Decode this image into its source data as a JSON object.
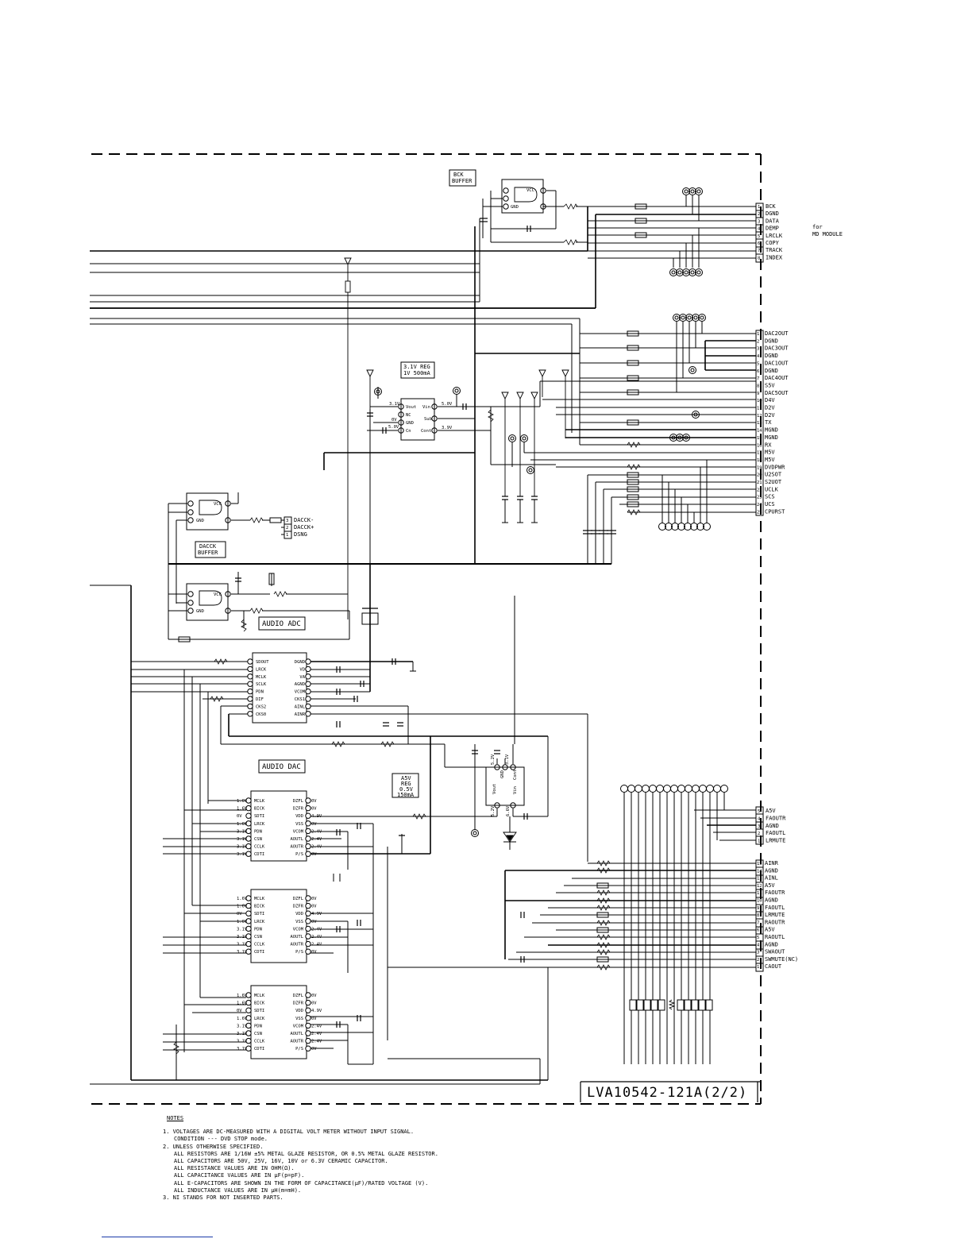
{
  "boxes": {
    "bck_buffer": [
      "BCK",
      "BUFFER"
    ],
    "reg31": [
      "3.1V REG",
      "1V 500mA"
    ],
    "dacck_buffer": [
      "DACCK",
      "BUFFER"
    ],
    "audio_adc": "AUDIO ADC",
    "audio_dac": "AUDIO DAC",
    "a5v_reg": [
      "A5V",
      "REG",
      "0.5V",
      "150mA"
    ]
  },
  "connectors": {
    "md": {
      "pins": [
        {
          "n": "1",
          "label": "BCK"
        },
        {
          "n": "2",
          "label": "DGND"
        },
        {
          "n": "3",
          "label": "DATA"
        },
        {
          "n": "4",
          "label": "DEMP"
        },
        {
          "n": "5",
          "label": "LRCLK"
        },
        {
          "n": "6",
          "label": "COPY"
        },
        {
          "n": "7",
          "label": "TRACK"
        },
        {
          "n": "8",
          "label": "INDEX"
        }
      ],
      "note": [
        "for",
        "MD MODULE"
      ]
    },
    "main": {
      "pins": [
        {
          "n": "1",
          "label": "DAC2OUT"
        },
        {
          "n": "2",
          "label": "DGND"
        },
        {
          "n": "3",
          "label": "DAC3OUT"
        },
        {
          "n": "4",
          "label": "DGND"
        },
        {
          "n": "5",
          "label": "DAC1OUT"
        },
        {
          "n": "6",
          "label": "DGND"
        },
        {
          "n": "7",
          "label": "DAC4OUT"
        },
        {
          "n": "8",
          "label": "S5V"
        },
        {
          "n": "9",
          "label": "DAC5OUT"
        },
        {
          "n": "10",
          "label": "D4V"
        },
        {
          "n": "11",
          "label": "D2V"
        },
        {
          "n": "12",
          "label": "D2V"
        },
        {
          "n": "13",
          "label": "TX"
        },
        {
          "n": "14",
          "label": "MGND"
        },
        {
          "n": "15",
          "label": "MGND"
        },
        {
          "n": "16",
          "label": "RX"
        },
        {
          "n": "17",
          "label": "M5V"
        },
        {
          "n": "18",
          "label": "M5V"
        },
        {
          "n": "19",
          "label": "DVDPWR"
        },
        {
          "n": "20",
          "label": "U2SOT"
        },
        {
          "n": "21",
          "label": "S2UOT"
        },
        {
          "n": "22",
          "label": "UCLK"
        },
        {
          "n": "23",
          "label": "SCS"
        },
        {
          "n": "24",
          "label": "UCS"
        },
        {
          "n": "25",
          "label": "CPURST"
        }
      ]
    },
    "fa": {
      "pins": [
        {
          "n": "5",
          "label": "A5V"
        },
        {
          "n": "4",
          "label": "FAOUTR"
        },
        {
          "n": "3",
          "label": "AGND"
        },
        {
          "n": "2",
          "label": "FAOUTL"
        },
        {
          "n": "1",
          "label": "LRMUTE"
        }
      ]
    },
    "ain": {
      "pins": [
        {
          "n": "15",
          "label": "AINR"
        },
        {
          "n": "14",
          "label": "AGND"
        },
        {
          "n": "13",
          "label": "AINL"
        },
        {
          "n": "12",
          "label": "A5V"
        },
        {
          "n": "11",
          "label": "FAOUTR"
        },
        {
          "n": "10",
          "label": "AGND"
        },
        {
          "n": "9",
          "label": "FAOUTL"
        },
        {
          "n": "8",
          "label": "LRMUTE"
        },
        {
          "n": "7",
          "label": "RAOUTR"
        },
        {
          "n": "6",
          "label": "A5V"
        },
        {
          "n": "5",
          "label": "RAOUTL"
        },
        {
          "n": "4",
          "label": "AGND"
        },
        {
          "n": "3",
          "label": "SWAOUT"
        },
        {
          "n": "2",
          "label": "SWMUTE(NC)"
        },
        {
          "n": "1",
          "label": "CAOUT"
        }
      ]
    },
    "dacck": {
      "pins": [
        {
          "n": "3",
          "label": "DACCK-"
        },
        {
          "n": "2",
          "label": "DACCK+"
        },
        {
          "n": "1",
          "label": "DSNG"
        }
      ]
    }
  },
  "adc": {
    "left": [
      "SDOUT",
      "LRCK",
      "MCLK",
      "SCLK",
      "PDN",
      "DIF",
      "CKS2",
      "CKS0"
    ],
    "right": [
      "DGND",
      "VD",
      "VA",
      "AGND",
      "VCOM",
      "CKS1",
      "AINL",
      "AINR"
    ]
  },
  "dac": {
    "left": [
      "MCLK",
      "BICK",
      "SDTI",
      "LRCK",
      "PDN",
      "CSN",
      "CCLK",
      "CDTI"
    ],
    "right": [
      "DZFL",
      "DZFR",
      "VDD",
      "VSS",
      "VCOM",
      "AOUTL",
      "AOUTR",
      "P/S"
    ],
    "left_volts": [
      "1.6V",
      "1.6V",
      "0V",
      "1.6V",
      "3.1V",
      "3.1V",
      "3.1V",
      "3.1V"
    ],
    "right_volts": [
      "0V",
      "0V",
      "4.9V",
      "0V",
      "2.4V",
      "2.4V",
      "2.4V",
      "0V"
    ]
  },
  "reg31": {
    "left": [
      "Vout",
      "NC",
      "GND",
      "Cn"
    ],
    "right": [
      "Vin",
      "Sub",
      "Cont"
    ],
    "volts": [
      "3.1V",
      "0V",
      "5.0V",
      "5.0V",
      "3.9V"
    ]
  },
  "buffer_pins": {
    "vcc": "VCC",
    "gnd": "GND"
  },
  "a5v_reg_pins": [
    "Vout",
    "GND",
    "Vin",
    "Cont"
  ],
  "a5v_volts": [
    "0.5V",
    "5.2V",
    "3.1V",
    "5.2V",
    "6.6V"
  ],
  "board_id": "LVA10542-121A(2/2)",
  "notes": {
    "title": "NOTES",
    "lines": [
      "1. VOLTAGES ARE DC-MEASURED WITH A DIGITAL VOLT METER WITHOUT INPUT SIGNAL.",
      "CONDITION --- DVD STOP mode.",
      "2. UNLESS OTHERWISE SPECIFIED.",
      "ALL RESISTORS ARE 1/16W ±5% METAL GLAZE RESISTOR, OR 0.5% METAL GLAZE RESISTOR.",
      "ALL CAPACITORS ARE 50V, 25V, 16V, 10V or 6.3V CERAMIC CAPACITOR.",
      "ALL RESISTANCE VALUES ARE IN OHM(Ω).",
      "ALL CAPACITANCE VALUES ARE IN μF(p=pF).",
      "ALL E-CAPACITORS ARE SHOWN IN THE FORM OF CAPACITANCE(μF)/RATED VOLTAGE (V).",
      "ALL INDUCTANCE VALUES ARE IN μH(m=mH).",
      "3. NI STANDS FOR NOT INSERTED PARTS."
    ]
  }
}
